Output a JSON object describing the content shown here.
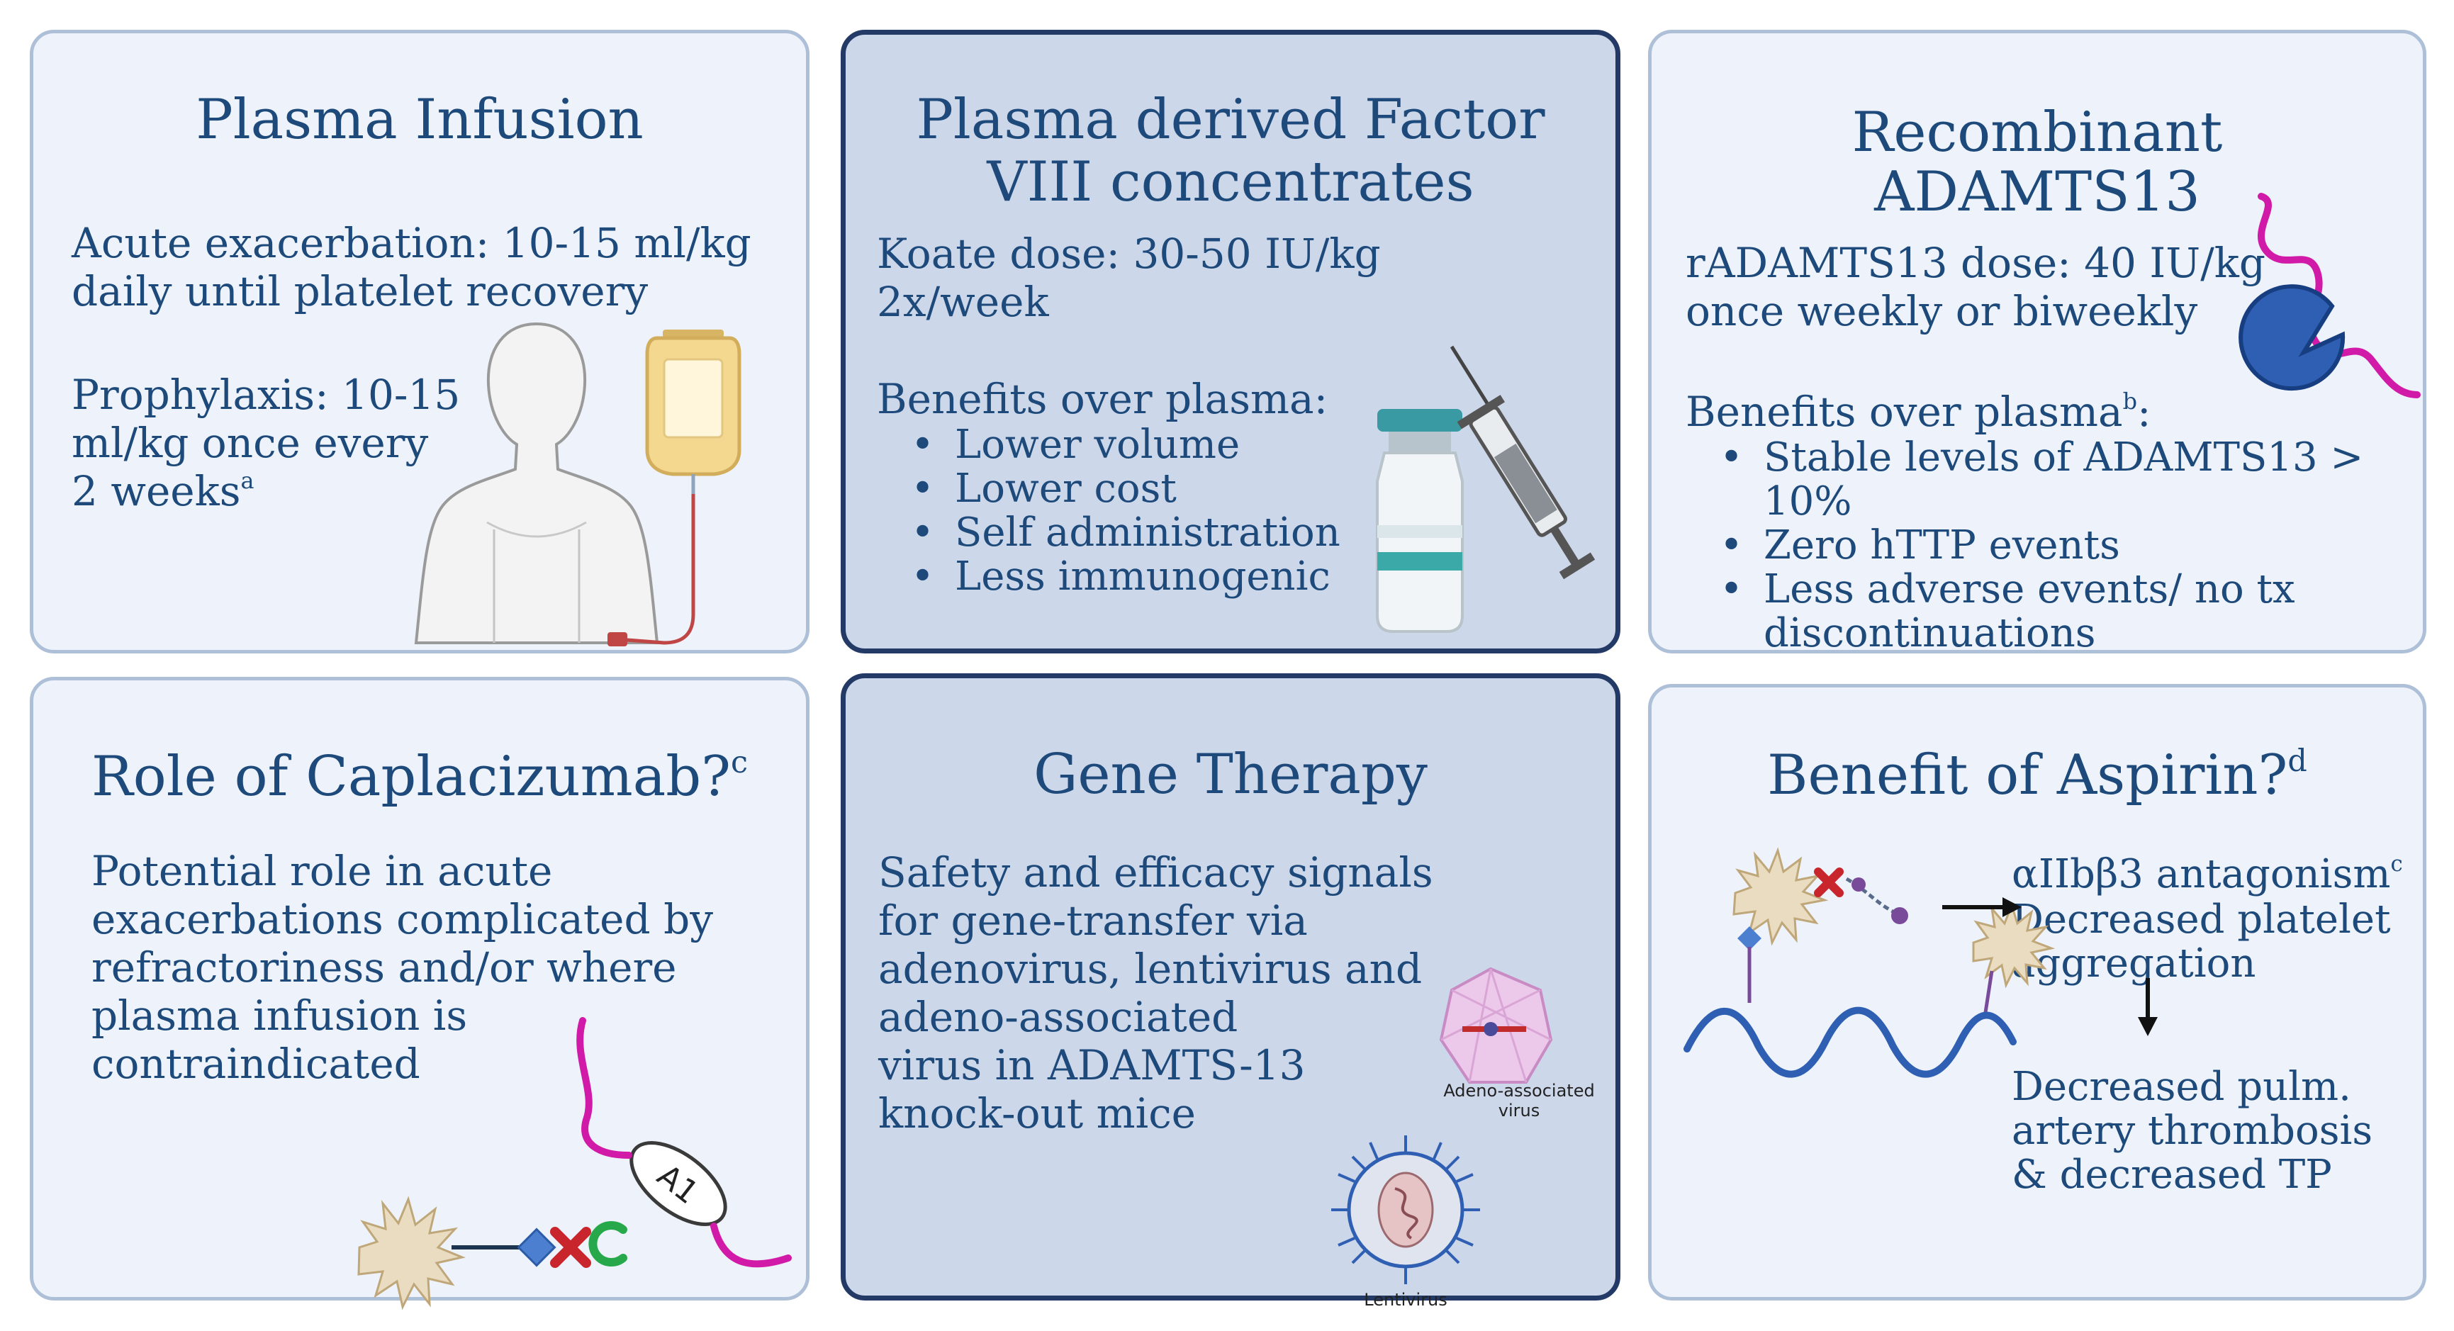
{
  "panels": {
    "plasma": {
      "title": "Plasma Infusion",
      "acute_1": "Acute exacerbation: 10-15 ml/kg",
      "acute_2": "daily until platelet recovery",
      "proph_1": "Prophylaxis: 10-15",
      "proph_2": "ml/kg once every",
      "proph_3": "2 weeks",
      "proph_sup": "a"
    },
    "factor8": {
      "title_1": "Plasma derived Factor",
      "title_2": "VIII concentrates",
      "dose_1": "Koate dose: 30-50 IU/kg",
      "dose_2": "2x/week",
      "benefits_heading": "Benefits over plasma:",
      "benefits": [
        "Lower volume",
        "Lower cost",
        "Self administration",
        "Less immunogenic"
      ]
    },
    "radamts": {
      "title_1": "Recombinant",
      "title_2": "ADAMTS13",
      "dose_1": "rADAMTS13 dose: 40 IU/kg",
      "dose_2": "once weekly or biweekly",
      "benefits_heading": "Benefits over plasma",
      "benefits_sup": "b",
      "benefit_1a": "Stable levels of ADAMTS13 >",
      "benefit_1b": "10%",
      "benefit_2": "Zero hTTP events",
      "benefit_3a": "Less adverse events/ no tx",
      "benefit_3b": "discontinuations"
    },
    "capla": {
      "title": "Role of Caplacizumab?",
      "title_sup": "c",
      "line_1": "Potential role in acute",
      "line_2": "exacerbations complicated by",
      "line_3": "refractoriness and/or where",
      "line_4": "plasma infusion is",
      "line_5": "contraindicated",
      "a1_label": "A1"
    },
    "gene": {
      "title": "Gene Therapy",
      "line_1": "Safety and efficacy signals",
      "line_2": "for gene-transfer via",
      "line_3": "adenovirus, lentivirus and",
      "line_4": "adeno-associated",
      "line_5": "virus in ADAMTS-13",
      "line_6": "knock-out mice",
      "aav_label_1": "Adeno-associated",
      "aav_label_2": "virus",
      "lenti_label": "Lentivirus"
    },
    "aspirin": {
      "title": "Benefit of Aspirin?",
      "title_sup": "d",
      "antag": "αIIbβ3 antagonism",
      "antag_sup": "c",
      "agg_1": "Decreased platelet",
      "agg_2": "aggregation",
      "pulm_1": "Decreased pulm.",
      "pulm_2": "artery thrombosis",
      "pulm_3": "& decreased TP"
    }
  },
  "colors": {
    "text": "#1d4a7a",
    "panel_light": "#eef3fb",
    "panel_dark": "#cdd7ea",
    "border_light": "#aebfd8",
    "border_dark": "#243a66",
    "vwf_magenta": "#d21aa8",
    "adamts_blue": "#2f5fb3",
    "red_x": "#c8262c",
    "green_c": "#27a84a",
    "platelet": "#e9dcc0"
  }
}
